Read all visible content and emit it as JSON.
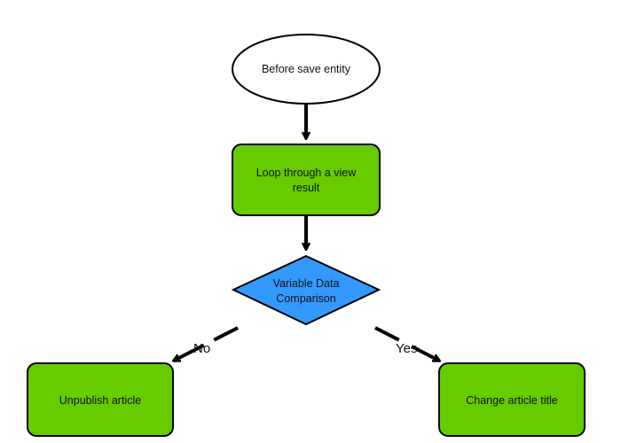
{
  "diagram": {
    "colors": {
      "process_fill": "#66cc00",
      "decision_fill": "#3399ff",
      "terminator_fill": "#ffffff",
      "stroke": "#000000"
    },
    "nodes": {
      "start": {
        "shape": "ellipse",
        "lines": [
          "Before save entity"
        ]
      },
      "loop": {
        "shape": "rounded-rectangle",
        "lines": [
          "Loop through a view",
          "result"
        ]
      },
      "decision": {
        "shape": "diamond",
        "lines": [
          "Variable Data",
          "Comparison"
        ]
      },
      "unpublish": {
        "shape": "rounded-rectangle",
        "lines": [
          "Unpublish article"
        ]
      },
      "change_title": {
        "shape": "rounded-rectangle",
        "lines": [
          "Change article title"
        ]
      }
    },
    "edges": {
      "no_label": "No",
      "yes_label": "Yes"
    }
  }
}
